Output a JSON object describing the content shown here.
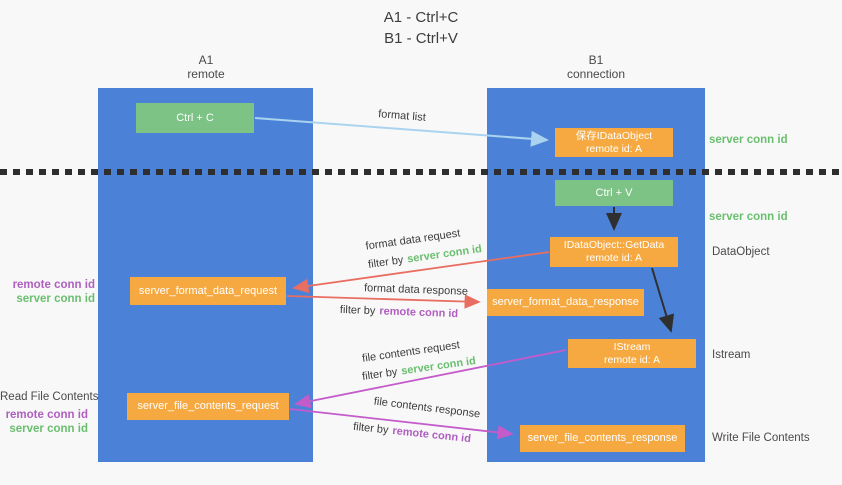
{
  "title": {
    "line1": "A1 - Ctrl+C",
    "line2": "B1 - Ctrl+V"
  },
  "columns": {
    "a1": {
      "name": "A1",
      "subtitle": "remote"
    },
    "b1": {
      "name": "B1",
      "subtitle": "connection"
    }
  },
  "nodes": {
    "ctrl_c": "Ctrl + C",
    "ctrl_v": "Ctrl + V",
    "save_idataobject": {
      "line1": "保存IDataObject",
      "line2": "remote id: A"
    },
    "getdata": {
      "line1": "IDataObject::GetData",
      "line2": "remote id: A"
    },
    "istream": {
      "line1": "IStream",
      "line2": "remote id: A"
    },
    "format_request": "server_format_data_request",
    "format_response": "server_format_data_response",
    "file_request": "server_file_contents_request",
    "file_response": "server_file_contents_response"
  },
  "edge_labels": {
    "format_list": "format list",
    "format_data_request": "format data request",
    "format_data_response": "format data response",
    "file_contents_request": "file contents request",
    "file_contents_response": "file contents response",
    "filter_by": "filter by",
    "server_conn_id": "server conn id",
    "remote_conn_id": "remote conn id"
  },
  "side_labels": {
    "server_conn_id": "server conn id",
    "remote_conn_id": "remote conn id",
    "data_object": "DataObject",
    "istream": "Istream",
    "read_file_contents": "Read File Contents",
    "write_file_contents": "Write File Contents"
  },
  "colors": {
    "panel_blue": "#4b82d8",
    "box_orange": "#f6a941",
    "box_green": "#7cc385",
    "arrow_light_blue": "#a9d3ee",
    "arrow_red": "#e96e62",
    "arrow_magenta": "#c45bca",
    "arrow_black": "#2f2f2f",
    "text_green": "#6abf6f",
    "text_purple": "#b05fc0"
  }
}
